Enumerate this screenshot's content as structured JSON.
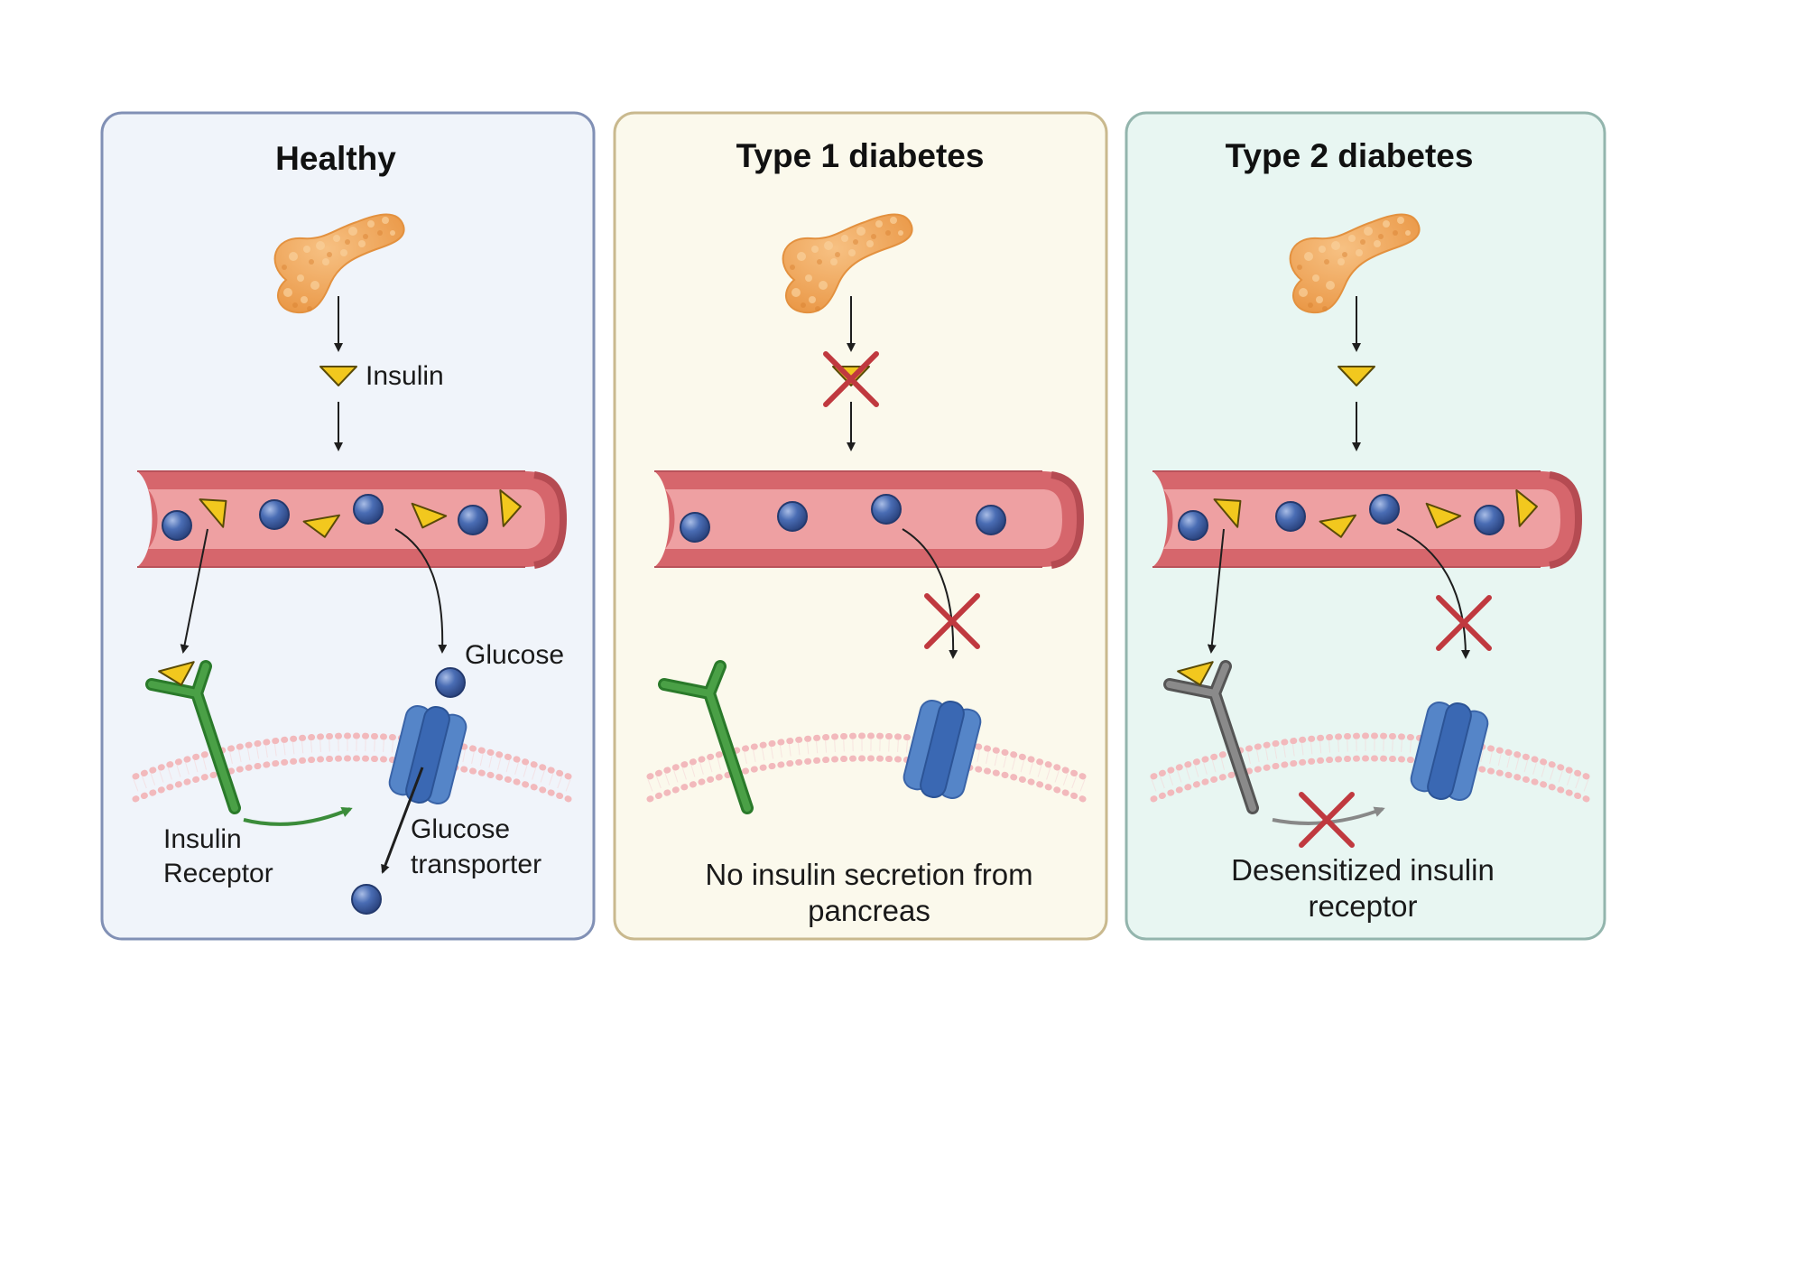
{
  "panels": [
    {
      "id": "healthy",
      "title": "Healthy",
      "border_color": "#8190b5",
      "fill_color": "#f0f4fa",
      "labels": {
        "insulin": "Insulin",
        "glucose": "Glucose",
        "receptor_line1": "Insulin",
        "receptor_line2": "Receptor",
        "transporter_line1": "Glucose",
        "transporter_line2": "transporter"
      }
    },
    {
      "id": "type1",
      "title": "Type 1 diabetes",
      "border_color": "#c9b98e",
      "fill_color": "#fbf9ec",
      "caption_line1": "No insulin secretion from",
      "caption_line2": "pancreas"
    },
    {
      "id": "type2",
      "title": "Type 2 diabetes",
      "border_color": "#93b5ad",
      "fill_color": "#e8f6f2",
      "caption_line1": "Desensitized insulin",
      "caption_line2": "receptor"
    }
  ],
  "colors": {
    "pancreas": "#f0a659",
    "insulin": "#f2c81e",
    "glucose": "#4a6db4",
    "vessel_wall": "#d6666c",
    "vessel_lumen": "#eea0a2",
    "receptor_active": "#3b8c3a",
    "receptor_desensitized": "#8a8a8a",
    "transporter": "#5585c8",
    "blocked_cross": "#c0393f",
    "membrane": "#f2b9bc"
  },
  "icons": [
    "pancreas-icon",
    "insulin-icon",
    "glucose-icon",
    "blood-vessel-icon",
    "insulin-receptor-icon",
    "glucose-transporter-icon",
    "blocked-cross-icon"
  ]
}
